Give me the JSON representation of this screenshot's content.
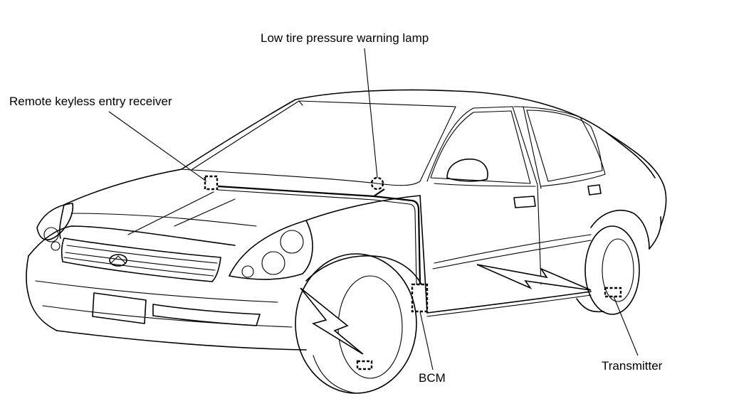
{
  "labels": {
    "low_tire_pressure_warning_lamp": "Low tire pressure warning lamp",
    "remote_keyless_entry_receiver": "Remote keyless entry receiver",
    "bcm": "BCM",
    "transmitter": "Transmitter"
  },
  "colors": {
    "line": "#000000",
    "background": "#ffffff"
  },
  "icons": {
    "vehicle": "sedan-outline",
    "signal": "radio-wave-zigzag"
  }
}
